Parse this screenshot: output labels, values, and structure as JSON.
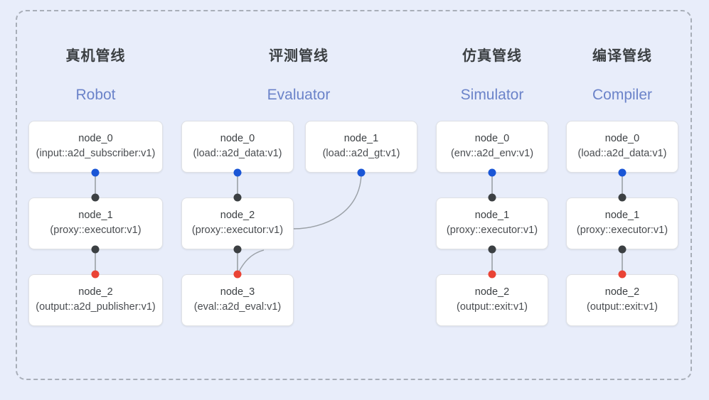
{
  "diagram": {
    "title_region": "pipeline-overview",
    "background_color": "#e8edfa",
    "frame_border_color": "#a8aeb8",
    "node_fill_color": "#ffffff",
    "node_border_color": "#dfe1e5",
    "port_colors": {
      "input": "#1a56d6",
      "middle": "#3c4043",
      "output": "#ea4335"
    },
    "edge_color": "#9aa0a6"
  },
  "columns": [
    {
      "id": "robot",
      "title_cn": "真机管线",
      "title_en": "Robot",
      "nodes": [
        {
          "name": "node_0",
          "type": "(input::a2d_subscriber:v1)"
        },
        {
          "name": "node_1",
          "type": "(proxy::executor:v1)"
        },
        {
          "name": "node_2",
          "type": "(output::a2d_publisher:v1)"
        }
      ]
    },
    {
      "id": "evaluator",
      "title_cn": "评测管线",
      "title_en": "Evaluator",
      "nodes": [
        {
          "name": "node_0",
          "type": "(load::a2d_data:v1)"
        },
        {
          "name": "node_2",
          "type": "(proxy::executor:v1)"
        },
        {
          "name": "node_3",
          "type": "(eval::a2d_eval:v1)"
        },
        {
          "name": "node_1",
          "type": "(load::a2d_gt:v1)"
        }
      ]
    },
    {
      "id": "simulator",
      "title_cn": "仿真管线",
      "title_en": "Simulator",
      "nodes": [
        {
          "name": "node_0",
          "type": "(env::a2d_env:v1)"
        },
        {
          "name": "node_1",
          "type": "(proxy::executor:v1)"
        },
        {
          "name": "node_2",
          "type": "(output::exit:v1)"
        }
      ]
    },
    {
      "id": "compiler",
      "title_cn": "编译管线",
      "title_en": "Compiler",
      "nodes": [
        {
          "name": "node_0",
          "type": "(load::a2d_data:v1)"
        },
        {
          "name": "node_1",
          "type": "(proxy::executor:v1)"
        },
        {
          "name": "node_2",
          "type": "(output::exit:v1)"
        }
      ]
    }
  ]
}
